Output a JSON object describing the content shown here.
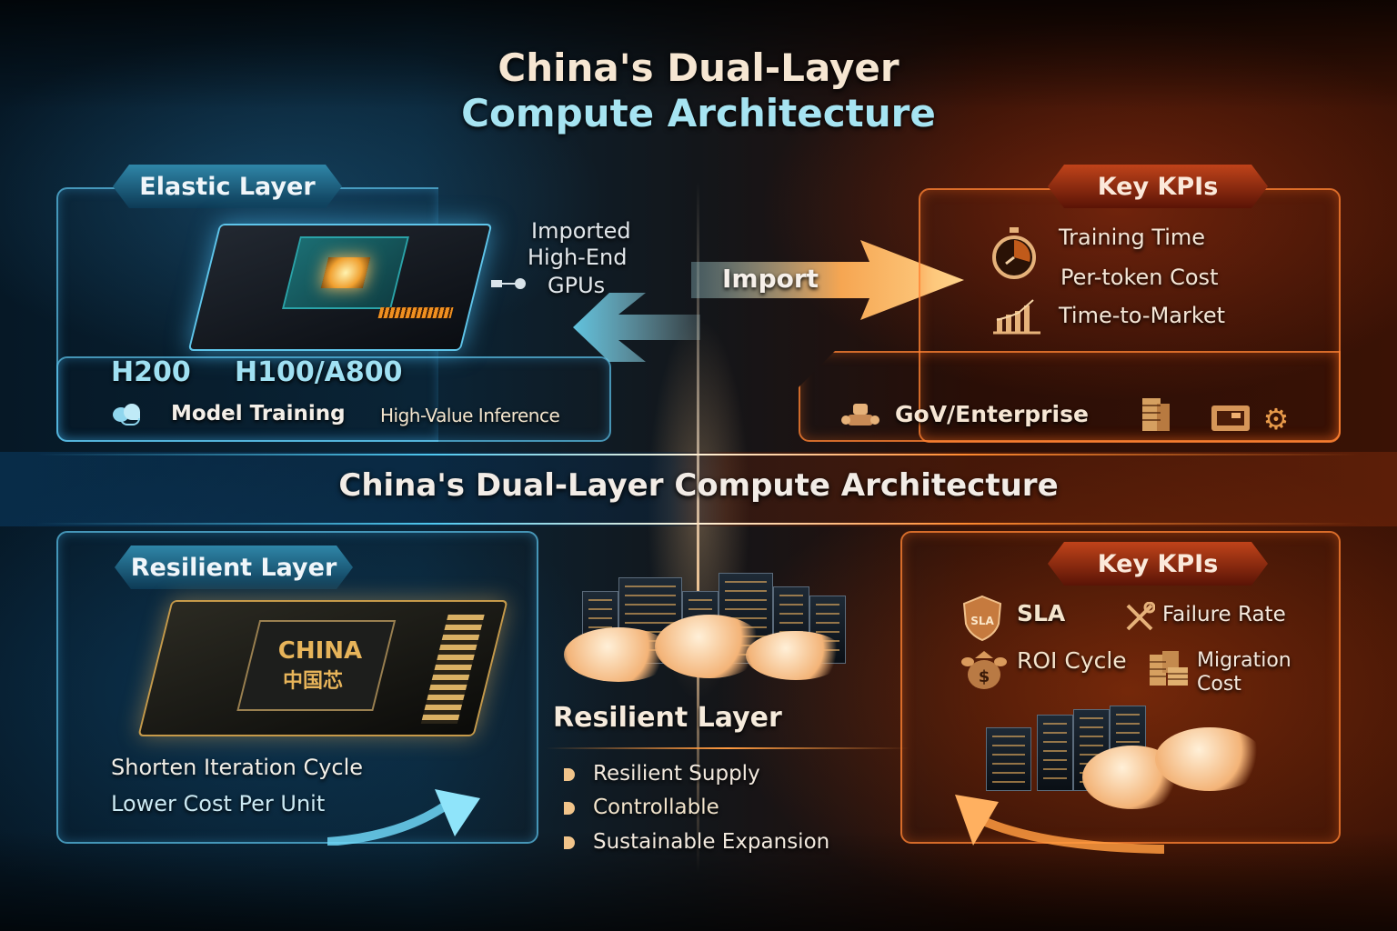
{
  "title": {
    "line1": "China's Dual-Layer",
    "line2": "Compute Architecture"
  },
  "middle_title": "China's Dual-Layer Compute Architecture",
  "colors": {
    "blue_accent": "#5fc5ea",
    "orange_accent": "#ff8232",
    "title_cream": "#f6e6d2",
    "title_cyan": "#a6e4f2",
    "bullet_gold": "#f1c48a"
  },
  "top_left_panel": {
    "label": "Elastic Layer",
    "gpu_icon": "gpu-card-icon",
    "imported_note": [
      "Imported",
      "High-End",
      "GPUs"
    ],
    "models": [
      "H200",
      "H100/A800"
    ],
    "use_cases": {
      "icon": "training-icon",
      "primary": "Model Training",
      "secondary": "High-Value Inference"
    }
  },
  "import_arrow": {
    "label": "Import"
  },
  "top_right_panel": {
    "label": "Key KPIs",
    "kpis": [
      {
        "icon": "stopwatch-icon",
        "label": "Training Time"
      },
      {
        "icon": "",
        "label": "Per-token Cost"
      },
      {
        "icon": "bar-chart-icon",
        "label": "Time-to-Market"
      }
    ],
    "segment": {
      "icon": "robot-icon",
      "label": "GoV/Enterprise",
      "extra_icons": [
        "coin-stack-icon",
        "monitor-icon",
        "gear-icon"
      ]
    }
  },
  "bottom_left_panel": {
    "label": "Resilient Layer",
    "chip": {
      "text_en": "CHINA",
      "text_cn": "中国芯"
    },
    "benefits": [
      "Shorten Iteration Cycle",
      "Lower Cost Per Unit"
    ]
  },
  "bottom_center": {
    "title": "Resilient Layer",
    "bullets": [
      "Resilient Supply",
      "Controllable",
      "Sustainable Expansion"
    ]
  },
  "bottom_right_panel": {
    "label": "Key KPIs",
    "kpis": [
      {
        "icon": "sla-shield-icon",
        "label": "SLA",
        "icon_text": "SLA"
      },
      {
        "icon": "wrench-icon",
        "label": "Failure Rate"
      },
      {
        "icon": "money-bag-icon",
        "label": "ROI Cycle",
        "icon_text": "$"
      },
      {
        "icon": "coin-stack-icon",
        "label": "Migration Cost"
      }
    ]
  }
}
